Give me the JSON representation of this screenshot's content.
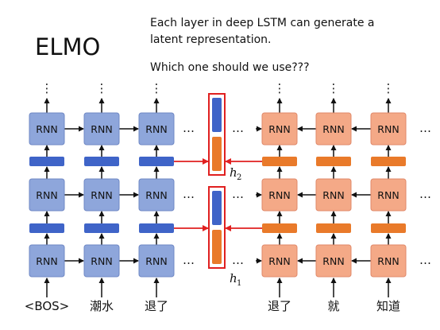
{
  "title": "ELMO",
  "description": {
    "line1": "Each layer in deep LSTM can generate a",
    "line2": "latent representation.",
    "line3": "Which one should we use???"
  },
  "rnn_label": "RNN",
  "forward_inputs": [
    "<BOS>",
    "潮水",
    "退了"
  ],
  "backward_inputs": [
    "退了",
    "就",
    "知道"
  ],
  "ellipsis": "…",
  "vertical_ellipsis": "⋮",
  "h_labels": [
    {
      "base": "h",
      "sub": "2"
    },
    {
      "base": "h",
      "sub": "1"
    }
  ],
  "colors": {
    "rnn_forward_fill": "#8EA6DB",
    "rnn_forward_stroke": "#6F88C4",
    "rnn_backward_fill": "#F4A987",
    "rnn_backward_stroke": "#E0896A",
    "hidden_blue": "#3F64C8",
    "hidden_orange": "#E97A2A",
    "red": "#E02020"
  }
}
